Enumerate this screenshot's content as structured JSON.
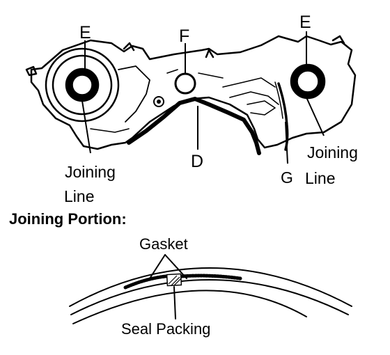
{
  "diagram": {
    "callouts": {
      "e_left": "E",
      "f": "F",
      "e_right": "E",
      "d": "D",
      "g": "G",
      "joining_left_line1": "Joining",
      "joining_left_line2": "Line",
      "joining_right_line1": "Joining",
      "joining_right_line2": "Line"
    },
    "section_title": "Joining Portion:",
    "detail_labels": {
      "gasket": "Gasket",
      "seal_packing": "Seal Packing"
    }
  }
}
